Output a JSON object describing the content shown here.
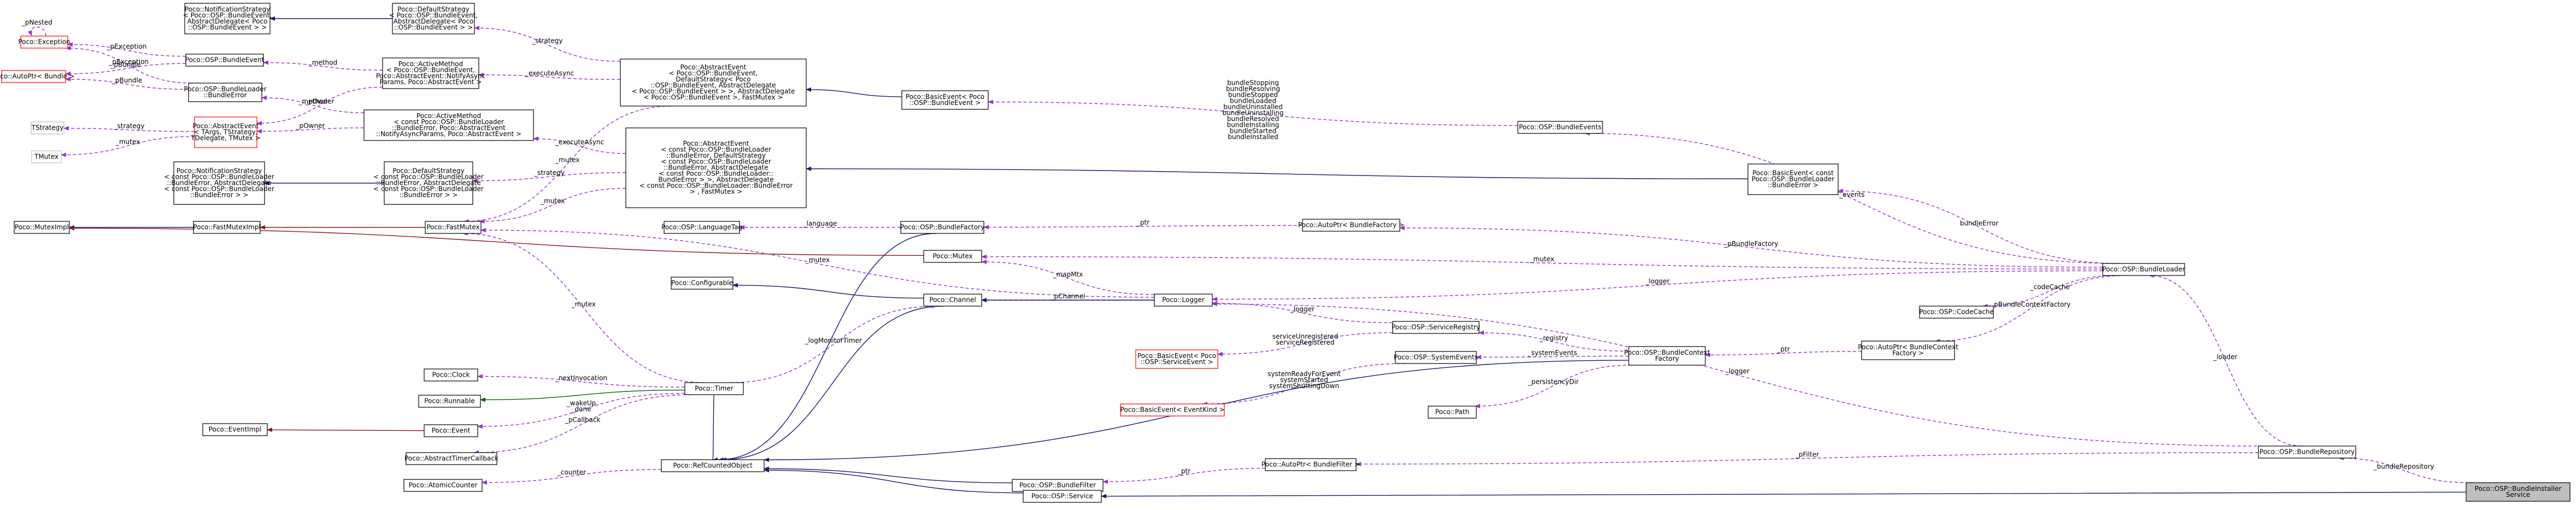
{
  "colors": {
    "usage": "#9a32cd",
    "inherit": "#191970",
    "inherit_alt": "#006400",
    "inherit_red": "#8b1a1a",
    "node_focus_fill": "#bfbfbf",
    "node_red_border": "#ff0000",
    "node_grey_border": "#bfbfbf"
  },
  "nodes": [
    {
      "id": "Exception",
      "lines": [
        "Poco::Exception"
      ],
      "style": "red"
    },
    {
      "id": "AutoPtrBundle",
      "lines": [
        "Poco::AutoPtr< Bundle >"
      ],
      "style": "red"
    },
    {
      "id": "TStrategy",
      "lines": [
        "TStrategy"
      ],
      "style": "grey"
    },
    {
      "id": "TMutex",
      "lines": [
        "TMutex"
      ],
      "style": "grey"
    },
    {
      "id": "MutexImpl",
      "lines": [
        "Poco::MutexImpl"
      ],
      "style": "normal"
    },
    {
      "id": "NotifBundleEvent",
      "lines": [
        "Poco::NotificationStrategy",
        "< Poco::OSP::BundleEvent,",
        "AbstractDelegate< Poco",
        "::OSP::BundleEvent > >"
      ],
      "style": "normal"
    },
    {
      "id": "BundleEvent",
      "lines": [
        "Poco::OSP::BundleEvent"
      ],
      "style": "normal"
    },
    {
      "id": "BundleLoaderBundleError",
      "lines": [
        "Poco::OSP::BundleLoader",
        "::BundleError"
      ],
      "style": "normal"
    },
    {
      "id": "AbstractEventT",
      "lines": [
        "Poco::AbstractEvent",
        "< TArgs, TStrategy,",
        "TDelegate, TMutex >"
      ],
      "style": "red"
    },
    {
      "id": "NotifBundleError",
      "lines": [
        "Poco::NotificationStrategy",
        "< const Poco::OSP::BundleLoader",
        "::BundleError, AbstractDelegate",
        "< const Poco::OSP::BundleLoader",
        "::BundleError > >"
      ],
      "style": "normal"
    },
    {
      "id": "FastMutexImpl",
      "lines": [
        "Poco::FastMutexImpl"
      ],
      "style": "normal"
    },
    {
      "id": "DefaultStrategyBundleEvent",
      "lines": [
        "Poco::DefaultStrategy",
        "< Poco::OSP::BundleEvent,",
        "AbstractDelegate< Poco",
        "::OSP::BundleEvent > >"
      ],
      "style": "normal"
    },
    {
      "id": "ActiveMethodBundleEvent",
      "lines": [
        "Poco::ActiveMethod",
        "< Poco::OSP::BundleEvent,",
        "Poco::AbstractEvent::NotifyAsync",
        "Params, Poco::AbstractEvent >"
      ],
      "style": "normal"
    },
    {
      "id": "ActiveMethodBundleError",
      "lines": [
        "Poco::ActiveMethod",
        "< const Poco::OSP::BundleLoader",
        "::BundleError, Poco::AbstractEvent",
        "::NotifyAsyncParams, Poco::AbstractEvent >"
      ],
      "style": "normal"
    },
    {
      "id": "DefaultStrategyBundleError",
      "lines": [
        "Poco::DefaultStrategy",
        "< const Poco::OSP::BundleLoader",
        "::BundleError, AbstractDelegate",
        "< const Poco::OSP::BundleLoader",
        "::BundleError > >"
      ],
      "style": "normal"
    },
    {
      "id": "FastMutex",
      "lines": [
        "Poco::FastMutex"
      ],
      "style": "normal"
    },
    {
      "id": "AbstractEventBundleEvent",
      "lines": [
        "Poco::AbstractEvent",
        "< Poco::OSP::BundleEvent,",
        "DefaultStrategy< Poco",
        "::OSP::BundleEvent, AbstractDelegate",
        "< Poco::OSP::BundleEvent > >, AbstractDelegate",
        "< Poco::OSP::BundleEvent >, FastMutex >"
      ],
      "style": "normal"
    },
    {
      "id": "AbstractEventBundleError",
      "lines": [
        "Poco::AbstractEvent",
        "< const Poco::OSP::BundleLoader",
        "::BundleError, DefaultStrategy",
        "< const Poco::OSP::BundleLoader",
        "::BundleError, AbstractDelegate",
        "< const Poco::OSP::BundleLoader::",
        "BundleError > >, AbstractDelegate",
        "< const Poco::OSP::BundleLoader::BundleError",
        "> , FastMutex >"
      ],
      "style": "normal"
    },
    {
      "id": "LanguageTag",
      "lines": [
        "Poco::OSP::LanguageTag"
      ],
      "style": "normal"
    },
    {
      "id": "BasicEventBundleEvent",
      "lines": [
        "Poco::BasicEvent< Poco",
        "::OSP::BundleEvent >"
      ],
      "style": "normal"
    },
    {
      "id": "BundleFactory",
      "lines": [
        "Poco::OSP::BundleFactory"
      ],
      "style": "normal"
    },
    {
      "id": "Mutex",
      "lines": [
        "Poco::Mutex"
      ],
      "style": "normal"
    },
    {
      "id": "Configurable",
      "lines": [
        "Poco::Configurable"
      ],
      "style": "normal"
    },
    {
      "id": "Channel",
      "lines": [
        "Poco::Channel"
      ],
      "style": "normal"
    },
    {
      "id": "Logger",
      "lines": [
        "Poco::Logger"
      ],
      "style": "normal"
    },
    {
      "id": "Clock",
      "lines": [
        "Poco::Clock"
      ],
      "style": "normal"
    },
    {
      "id": "Runnable",
      "lines": [
        "Poco::Runnable"
      ],
      "style": "normal"
    },
    {
      "id": "EventImpl",
      "lines": [
        "Poco::EventImpl"
      ],
      "style": "normal"
    },
    {
      "id": "Event",
      "lines": [
        "Poco::Event"
      ],
      "style": "normal"
    },
    {
      "id": "AbstractTimerCallback",
      "lines": [
        "Poco::AbstractTimerCallback"
      ],
      "style": "normal"
    },
    {
      "id": "AtomicCounter",
      "lines": [
        "Poco::AtomicCounter"
      ],
      "style": "normal"
    },
    {
      "id": "Timer",
      "lines": [
        "Poco::Timer"
      ],
      "style": "normal"
    },
    {
      "id": "RefCountedObject",
      "lines": [
        "Poco::RefCountedObject"
      ],
      "style": "normal"
    },
    {
      "id": "BasicEventServiceEvent",
      "lines": [
        "Poco::BasicEvent< Poco",
        "::OSP::ServiceEvent >"
      ],
      "style": "red"
    },
    {
      "id": "BasicEventEventKind",
      "lines": [
        "Poco::BasicEvent< EventKind >"
      ],
      "style": "red"
    },
    {
      "id": "ServiceRegistry",
      "lines": [
        "Poco::OSP::ServiceRegistry"
      ],
      "style": "normal"
    },
    {
      "id": "SystemEvents",
      "lines": [
        "Poco::OSP::SystemEvents"
      ],
      "style": "normal"
    },
    {
      "id": "Path",
      "lines": [
        "Poco::Path"
      ],
      "style": "normal"
    },
    {
      "id": "BundleFilter",
      "lines": [
        "Poco::OSP::BundleFilter"
      ],
      "style": "normal"
    },
    {
      "id": "Service",
      "lines": [
        "Poco::OSP::Service"
      ],
      "style": "normal"
    },
    {
      "id": "AutoPtrBundleFactory",
      "lines": [
        "Poco::AutoPtr< BundleFactory >"
      ],
      "style": "normal"
    },
    {
      "id": "BundleEvents",
      "lines": [
        "Poco::OSP::BundleEvents"
      ],
      "style": "normal"
    },
    {
      "id": "BasicEventBundleError",
      "lines": [
        "Poco::BasicEvent< const",
        "Poco::OSP::BundleLoader",
        "::BundleError >"
      ],
      "style": "normal"
    },
    {
      "id": "BundleContextFactory",
      "lines": [
        "Poco::OSP::BundleContext",
        "Factory"
      ],
      "style": "normal"
    },
    {
      "id": "AutoPtrBundleFilter",
      "lines": [
        "Poco::AutoPtr< BundleFilter >"
      ],
      "style": "normal"
    },
    {
      "id": "CodeCache",
      "lines": [
        "Poco::OSP::CodeCache"
      ],
      "style": "normal"
    },
    {
      "id": "AutoPtrBundleContextFactory",
      "lines": [
        "Poco::AutoPtr< BundleContext",
        "Factory >"
      ],
      "style": "normal"
    },
    {
      "id": "BundleLoader",
      "lines": [
        "Poco::OSP::BundleLoader"
      ],
      "style": "normal"
    },
    {
      "id": "BundleRepository",
      "lines": [
        "Poco::OSP::BundleRepository"
      ],
      "style": "normal"
    },
    {
      "id": "BundleInstallerService",
      "lines": [
        "Poco::OSP::BundleInstaller",
        "Service"
      ],
      "style": "focus"
    }
  ],
  "edges": [
    {
      "from": "Exception",
      "to": "Exception",
      "kind": "usage",
      "label": [
        "_pNested"
      ]
    },
    {
      "from": "BundleEvent",
      "to": "Exception",
      "kind": "usage",
      "label": [
        "_pException"
      ]
    },
    {
      "from": "BundleLoaderBundleError",
      "to": "Exception",
      "kind": "usage",
      "label": [
        "_pException"
      ]
    },
    {
      "from": "BundleEvent",
      "to": "AutoPtrBundle",
      "kind": "usage",
      "label": [
        "_pBundle"
      ]
    },
    {
      "from": "BundleLoaderBundleError",
      "to": "AutoPtrBundle",
      "kind": "usage",
      "label": [
        "_pBundle"
      ]
    },
    {
      "from": "DefaultStrategyBundleEvent",
      "to": "NotifBundleEvent",
      "kind": "inherit",
      "label": []
    },
    {
      "from": "ActiveMethodBundleEvent",
      "to": "BundleEvent",
      "kind": "usage",
      "label": [
        "_method"
      ]
    },
    {
      "from": "ActiveMethodBundleError",
      "to": "BundleLoaderBundleError",
      "kind": "usage",
      "label": [
        "_method"
      ]
    },
    {
      "from": "AbstractEventT",
      "to": "TStrategy",
      "kind": "usage",
      "label": [
        "_strategy"
      ]
    },
    {
      "from": "AbstractEventT",
      "to": "TMutex",
      "kind": "usage",
      "label": [
        "_mutex"
      ]
    },
    {
      "from": "ActiveMethodBundleEvent",
      "to": "AbstractEventT",
      "kind": "usage",
      "label": [
        "_pOwner"
      ]
    },
    {
      "from": "ActiveMethodBundleError",
      "to": "AbstractEventT",
      "kind": "usage",
      "label": [
        "_pOwner"
      ]
    },
    {
      "from": "DefaultStrategyBundleError",
      "to": "NotifBundleError",
      "kind": "inherit",
      "label": []
    },
    {
      "from": "FastMutexImpl",
      "to": "MutexImpl",
      "kind": "inherit",
      "label": []
    },
    {
      "from": "FastMutex",
      "to": "FastMutexImpl",
      "kind": "inherit_red",
      "label": []
    },
    {
      "from": "AbstractEventBundleEvent",
      "to": "DefaultStrategyBundleEvent",
      "kind": "usage",
      "label": [
        "_strategy"
      ]
    },
    {
      "from": "AbstractEventBundleEvent",
      "to": "ActiveMethodBundleEvent",
      "kind": "usage",
      "label": [
        "_executeAsync"
      ]
    },
    {
      "from": "AbstractEventBundleEvent",
      "to": "FastMutex",
      "kind": "usage",
      "label": [
        "_mutex"
      ]
    },
    {
      "from": "AbstractEventBundleError",
      "to": "ActiveMethodBundleError",
      "kind": "usage",
      "label": [
        "_executeAsync"
      ]
    },
    {
      "from": "AbstractEventBundleError",
      "to": "DefaultStrategyBundleError",
      "kind": "usage",
      "label": [
        "_strategy"
      ]
    },
    {
      "from": "AbstractEventBundleError",
      "to": "FastMutex",
      "kind": "usage",
      "label": [
        "_mutex"
      ]
    },
    {
      "from": "BasicEventBundleEvent",
      "to": "AbstractEventBundleEvent",
      "kind": "inherit",
      "label": []
    },
    {
      "from": "BundleEvents",
      "to": "BasicEventBundleEvent",
      "kind": "usage",
      "label": [
        "bundleStopping",
        "bundleResolving",
        "bundleStopped",
        "bundleLoaded",
        "bundleUninstalled",
        "bundleUninstalling",
        "bundleResolved",
        "bundleInstalling",
        "bundleStarted",
        "bundleInstalled"
      ]
    },
    {
      "from": "BasicEventBundleError",
      "to": "AbstractEventBundleError",
      "kind": "inherit",
      "label": []
    },
    {
      "from": "BundleFactory",
      "to": "LanguageTag",
      "kind": "usage",
      "label": [
        "_language"
      ]
    },
    {
      "from": "BundleFactory",
      "to": "RefCountedObject",
      "kind": "inherit",
      "label": []
    },
    {
      "from": "Mutex",
      "to": "MutexImpl",
      "kind": "inherit_red",
      "label": []
    },
    {
      "from": "Channel",
      "to": "Configurable",
      "kind": "inherit",
      "label": []
    },
    {
      "from": "Channel",
      "to": "RefCountedObject",
      "kind": "inherit",
      "label": []
    },
    {
      "from": "Logger",
      "to": "Channel",
      "kind": "usage",
      "label": [
        "_pChannel"
      ]
    },
    {
      "from": "Logger",
      "to": "Channel",
      "kind": "inherit",
      "label": []
    },
    {
      "from": "Logger",
      "to": "Mutex",
      "kind": "usage",
      "label": [
        "_mapMtx"
      ]
    },
    {
      "from": "Logger",
      "to": "FastMutex",
      "kind": "usage",
      "label": [
        "_mutex"
      ]
    },
    {
      "from": "Timer",
      "to": "Clock",
      "kind": "usage",
      "label": [
        "_nextInvocation"
      ]
    },
    {
      "from": "Timer",
      "to": "Runnable",
      "kind": "inherit_alt",
      "label": []
    },
    {
      "from": "Event",
      "to": "EventImpl",
      "kind": "inherit_red",
      "label": []
    },
    {
      "from": "Timer",
      "to": "Event",
      "kind": "usage",
      "label": [
        "_wakeUp",
        "_done"
      ]
    },
    {
      "from": "Timer",
      "to": "AbstractTimerCallback",
      "kind": "usage",
      "label": [
        "_pCallback"
      ]
    },
    {
      "from": "Timer",
      "to": "FastMutex",
      "kind": "usage",
      "label": [
        "_mutex"
      ]
    },
    {
      "from": "Timer",
      "to": "RefCountedObject",
      "kind": "inherit",
      "label": []
    },
    {
      "from": "Timer",
      "to": "Channel",
      "kind": "usage",
      "label": [
        "_logMonitorTimer"
      ]
    },
    {
      "from": "RefCountedObject",
      "to": "AtomicCounter",
      "kind": "usage",
      "label": [
        "_counter"
      ]
    },
    {
      "from": "ServiceRegistry",
      "to": "Logger",
      "kind": "usage",
      "label": [
        "_logger"
      ]
    },
    {
      "from": "ServiceRegistry",
      "to": "BasicEventServiceEvent",
      "kind": "usage",
      "label": [
        "serviceUnregistered",
        "serviceRegistered"
      ]
    },
    {
      "from": "SystemEvents",
      "to": "BasicEventEventKind",
      "kind": "usage",
      "label": [
        "systemReadyForEvent",
        "systemStarted",
        "systemShuttingDown"
      ]
    },
    {
      "from": "BundleFilter",
      "to": "RefCountedObject",
      "kind": "inherit",
      "label": []
    },
    {
      "from": "Service",
      "to": "RefCountedObject",
      "kind": "inherit",
      "label": []
    },
    {
      "from": "BundleContextFactory",
      "to": "ServiceRegistry",
      "kind": "usage",
      "label": [
        "_registry"
      ]
    },
    {
      "from": "BundleContextFactory",
      "to": "SystemEvents",
      "kind": "usage",
      "label": [
        "_systemEvents"
      ]
    },
    {
      "from": "BundleContextFactory",
      "to": "Path",
      "kind": "usage",
      "label": [
        "_persistencyDir"
      ]
    },
    {
      "from": "BundleContextFactory",
      "to": "RefCountedObject",
      "kind": "inherit",
      "label": []
    },
    {
      "from": "AutoPtrBundleFactory",
      "to": "BundleFactory",
      "kind": "usage",
      "label": [
        "_ptr"
      ]
    },
    {
      "from": "AutoPtrBundleFilter",
      "to": "BundleFilter",
      "kind": "usage",
      "label": [
        "_ptr"
      ]
    },
    {
      "from": "AutoPtrBundleContextFactory",
      "to": "BundleContextFactory",
      "kind": "usage",
      "label": [
        "_ptr"
      ]
    },
    {
      "from": "BundleLoader",
      "to": "BundleEvents",
      "kind": "usage",
      "label": [
        "_events"
      ]
    },
    {
      "from": "BundleLoader",
      "to": "BasicEventBundleError",
      "kind": "usage",
      "label": [
        "bundleError"
      ]
    },
    {
      "from": "BundleLoader",
      "to": "AutoPtrBundleFactory",
      "kind": "usage",
      "label": [
        "_pBundleFactory"
      ]
    },
    {
      "from": "BundleLoader",
      "to": "Mutex",
      "kind": "usage",
      "label": [
        "_mutex"
      ]
    },
    {
      "from": "BundleLoader",
      "to": "Logger",
      "kind": "usage",
      "label": [
        "_logger"
      ]
    },
    {
      "from": "BundleLoader",
      "to": "CodeCache",
      "kind": "usage",
      "label": [
        "_codeCache"
      ]
    },
    {
      "from": "BundleLoader",
      "to": "AutoPtrBundleContextFactory",
      "kind": "usage",
      "label": [
        "_pBundleContextFactory"
      ]
    },
    {
      "from": "BundleRepository",
      "to": "BundleLoader",
      "kind": "usage",
      "label": [
        "_loader"
      ]
    },
    {
      "from": "BundleRepository",
      "to": "Logger",
      "kind": "usage",
      "label": [
        "_logger"
      ]
    },
    {
      "from": "BundleRepository",
      "to": "AutoPtrBundleFilter",
      "kind": "usage",
      "label": [
        "_pFilter"
      ]
    },
    {
      "from": "BundleInstallerService",
      "to": "BundleRepository",
      "kind": "usage",
      "label": [
        "_bundleRepository"
      ]
    },
    {
      "from": "BundleInstallerService",
      "to": "Service",
      "kind": "inherit",
      "label": []
    }
  ]
}
